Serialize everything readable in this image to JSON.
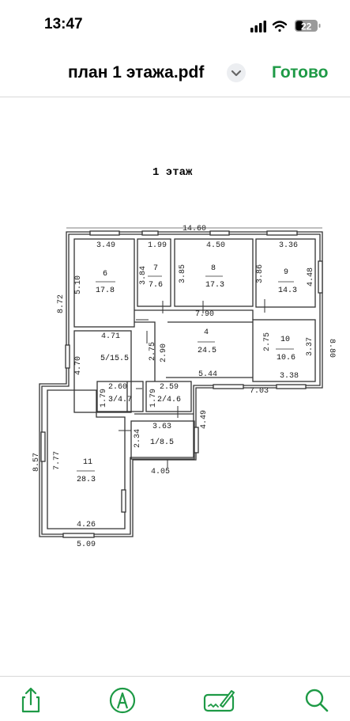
{
  "status_bar": {
    "time": "13:47",
    "battery": "22"
  },
  "nav": {
    "title": "план 1 этажа.pdf",
    "done": "Готово"
  },
  "plan": {
    "title": "1 этаж",
    "dims": {
      "top_total": "14.60",
      "left_total": "8.72",
      "right_total": "8.80",
      "left_lower": "8.57",
      "bottom_lower": "5.09",
      "r6_w": "3.49",
      "r6_h": "5.10",
      "r7_w": "1.99",
      "r7_h": "3.84",
      "r8_w": "4.50",
      "r8_h": "3.85",
      "r9_w": "3.36",
      "r9_h1": "3.86",
      "r9_h2": "4.48",
      "corr_w": "7.90",
      "r5_w": "4.71",
      "r5_h": "4.70",
      "r5_h2": "2.75",
      "r4_h": "2.90",
      "r4_w": "5.44",
      "r10_h": "2.75",
      "r10_h2": "3.37",
      "r10_w": "3.38",
      "right_w": "7.03",
      "r3_w": "2.60",
      "r3_h": "1.79",
      "r2_w": "2.59",
      "r2_h": "1.79",
      "r1_w": "3.63",
      "r1_h": "2.34",
      "r1_h2": "4.49",
      "r1_bw": "4.05",
      "r11_h": "7.77",
      "r11_w": "4.26"
    },
    "rooms": [
      {
        "num": "6",
        "area": "17.8"
      },
      {
        "num": "7",
        "area": "7.6"
      },
      {
        "num": "8",
        "area": "17.3"
      },
      {
        "num": "9",
        "area": "14.3"
      },
      {
        "num": "4",
        "area": "24.5"
      },
      {
        "num": "10",
        "area": "10.6"
      },
      {
        "label": "5/15.5"
      },
      {
        "label": "3/4.7"
      },
      {
        "label": "2/4.6"
      },
      {
        "label": "1/8.5"
      },
      {
        "num": "11",
        "area": "28.3"
      }
    ]
  },
  "toolbar": {
    "icons": [
      "share-icon",
      "markup-icon",
      "signature-icon",
      "search-icon"
    ]
  },
  "colors": {
    "accent": "#1e9a46",
    "plan_line": "#333333"
  }
}
